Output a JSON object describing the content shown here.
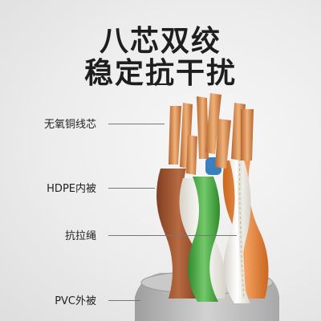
{
  "headline": {
    "line1": "八芯双绞",
    "line2": "稳定抗干扰"
  },
  "callouts": [
    {
      "label": "无氧铜线芯"
    },
    {
      "label": "HDPE内被"
    },
    {
      "label": "抗拉绳"
    },
    {
      "label": "PVC外被"
    }
  ],
  "colors": {
    "copper": "#d48a52",
    "orange": "#e8823a",
    "brown": "#a65a36",
    "green": "#4fae47",
    "white": "#f4f1ea",
    "blue": "#3a7fbf",
    "jacket": "#bdbdbd"
  }
}
